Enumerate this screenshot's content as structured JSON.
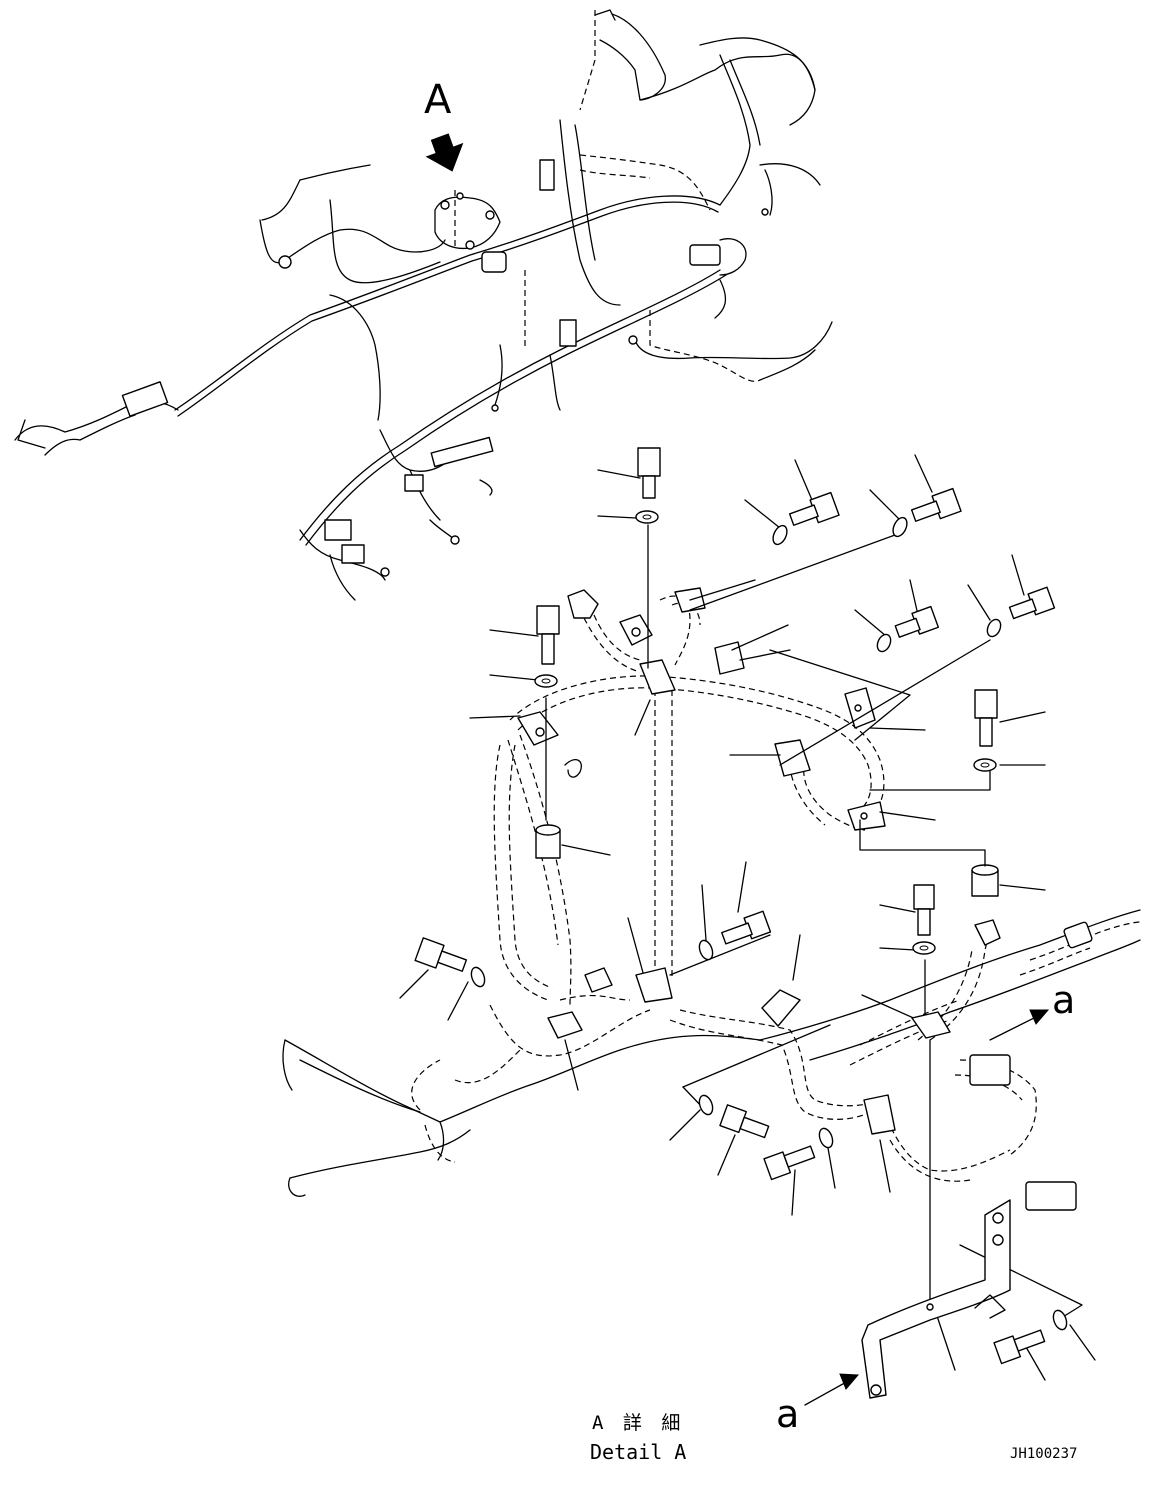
{
  "labels": {
    "view_marker": "A",
    "view_arrow_icon": "down-arrow-icon",
    "ref_a_right": "a",
    "ref_a_bottom": "a"
  },
  "caption": {
    "japanese": "A 詳 細",
    "english": "Detail A"
  },
  "drawing_number": "JH100237",
  "colors": {
    "line": "#000000",
    "background": "#ffffff"
  }
}
